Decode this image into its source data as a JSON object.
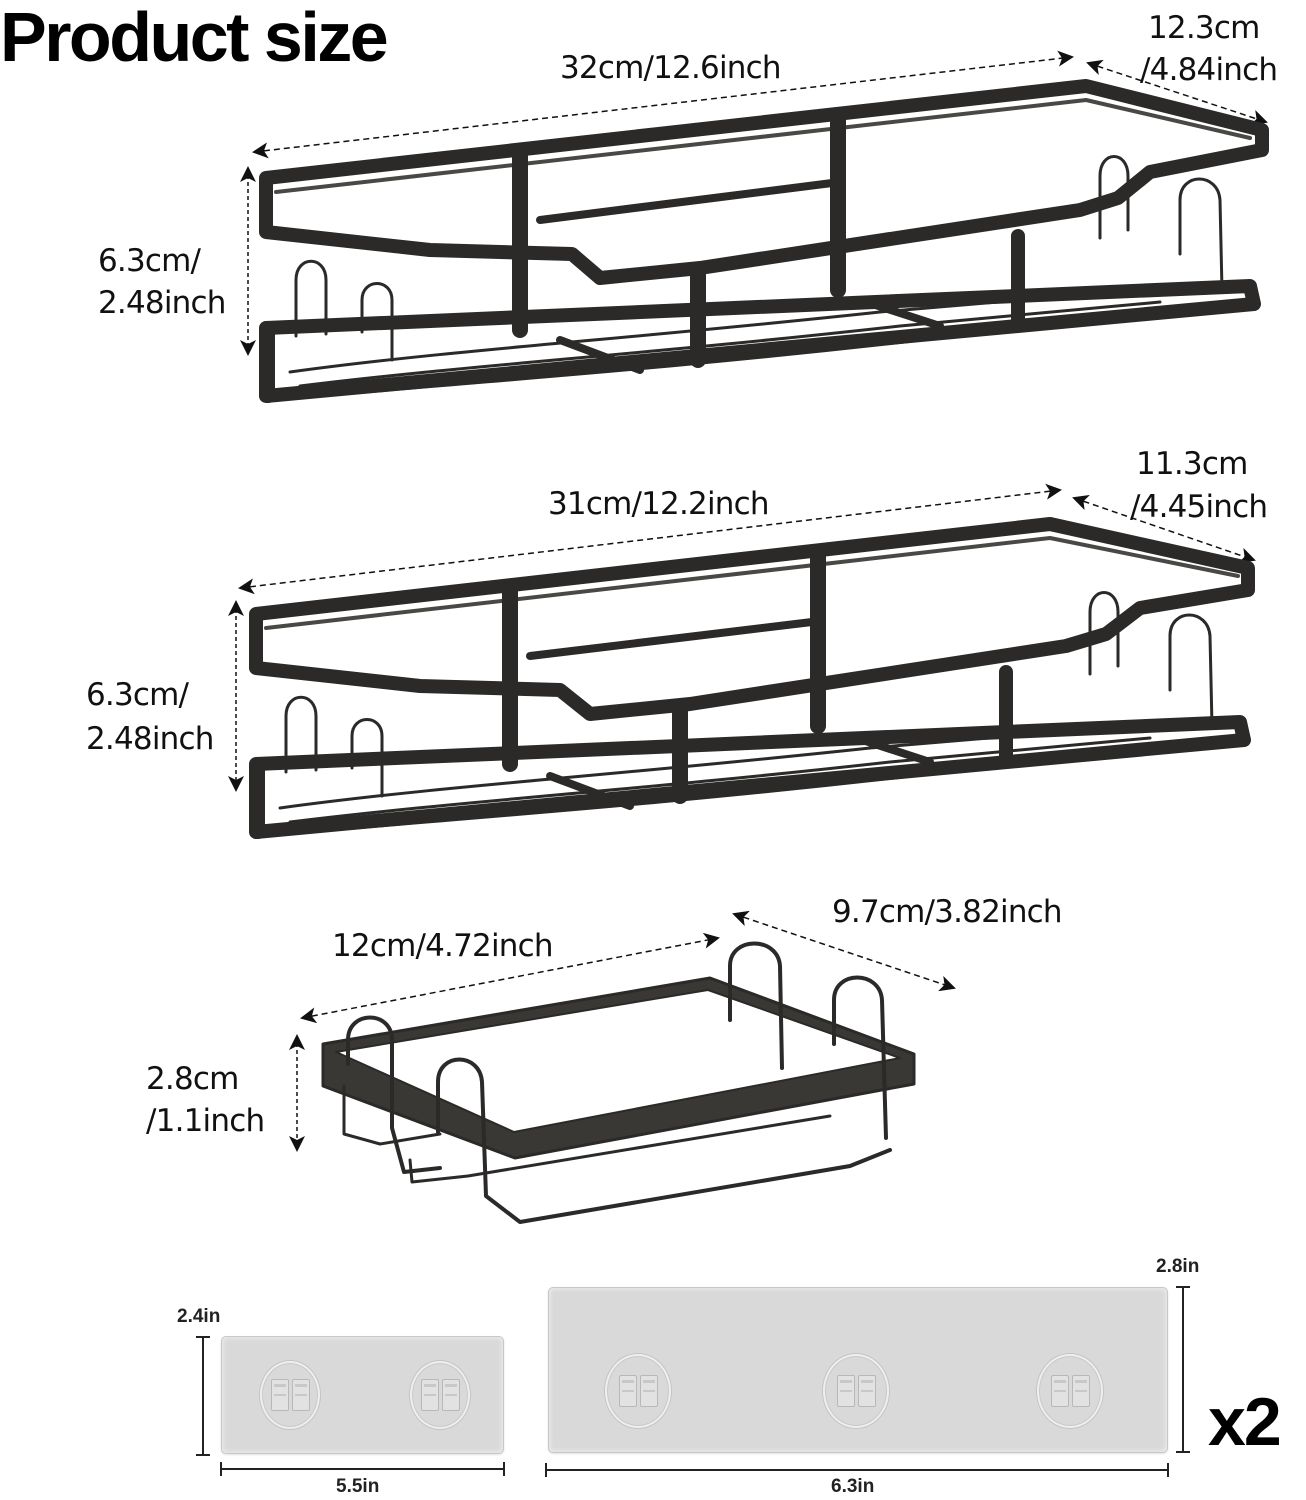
{
  "title": "Product size",
  "racks": [
    {
      "name": "large-rack-1",
      "length": "32cm/12.6inch",
      "width_line1": "12.3cm",
      "width_line2": "/4.84inch",
      "height_line1": "6.3cm/",
      "height_line2": "2.48inch"
    },
    {
      "name": "large-rack-2",
      "length": "31cm/12.2inch",
      "width_line1": "11.3cm",
      "width_line2": "/4.45inch",
      "height_line1": "6.3cm/",
      "height_line2": "2.48inch"
    },
    {
      "name": "soap-dish",
      "length": "12cm/4.72inch",
      "width": "9.7cm/3.82inch",
      "height_line1": "2.8cm",
      "height_line2": "/1.1inch"
    }
  ],
  "adhesive_pads": [
    {
      "name": "small-pad",
      "height": "2.4in",
      "width": "5.5in",
      "suction_cups": 2
    },
    {
      "name": "large-pad",
      "height": "2.8in",
      "width": "6.3in",
      "suction_cups": 3
    }
  ],
  "quantity_label": "x2",
  "colors": {
    "rack_metal": "#2b2a28",
    "pad_fill": "#d9d9d9",
    "text": "#111111",
    "background": "#ffffff"
  }
}
